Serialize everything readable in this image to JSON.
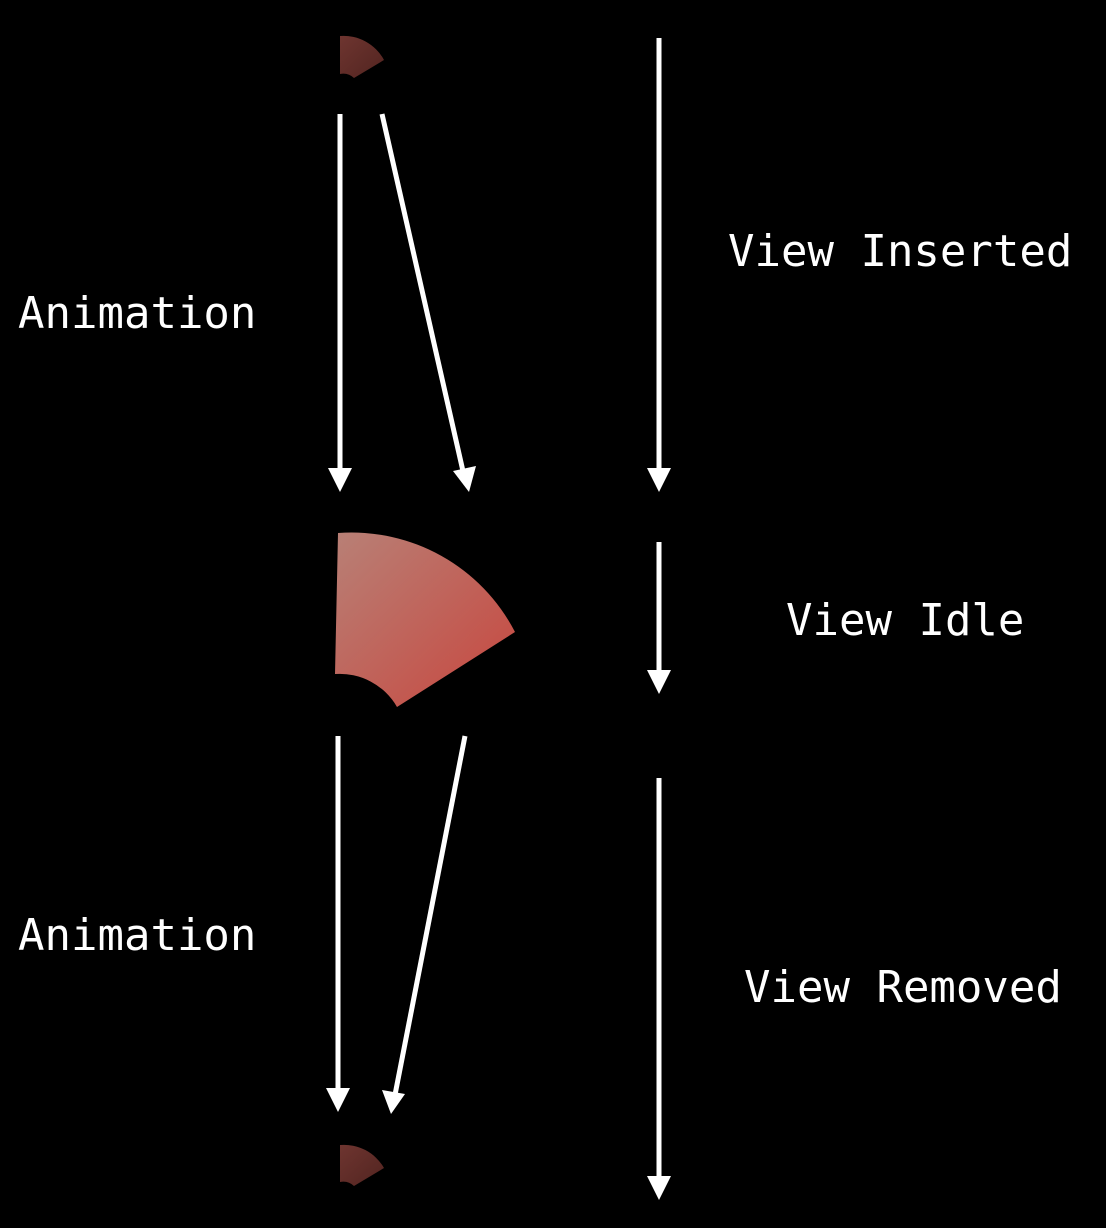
{
  "labels": {
    "animation_top": "Animation",
    "animation_bottom": "Animation",
    "view_inserted": "View Inserted",
    "view_idle": "View Idle",
    "view_removed": "View Removed"
  },
  "colors": {
    "background": "#000000",
    "arrow": "#ffffff",
    "text": "#ffffff",
    "wedge_light": "#b88076",
    "wedge_strong": "#c44a42",
    "wedge_dark_a": "#7a3a34",
    "wedge_dark_b": "#4a201c"
  }
}
